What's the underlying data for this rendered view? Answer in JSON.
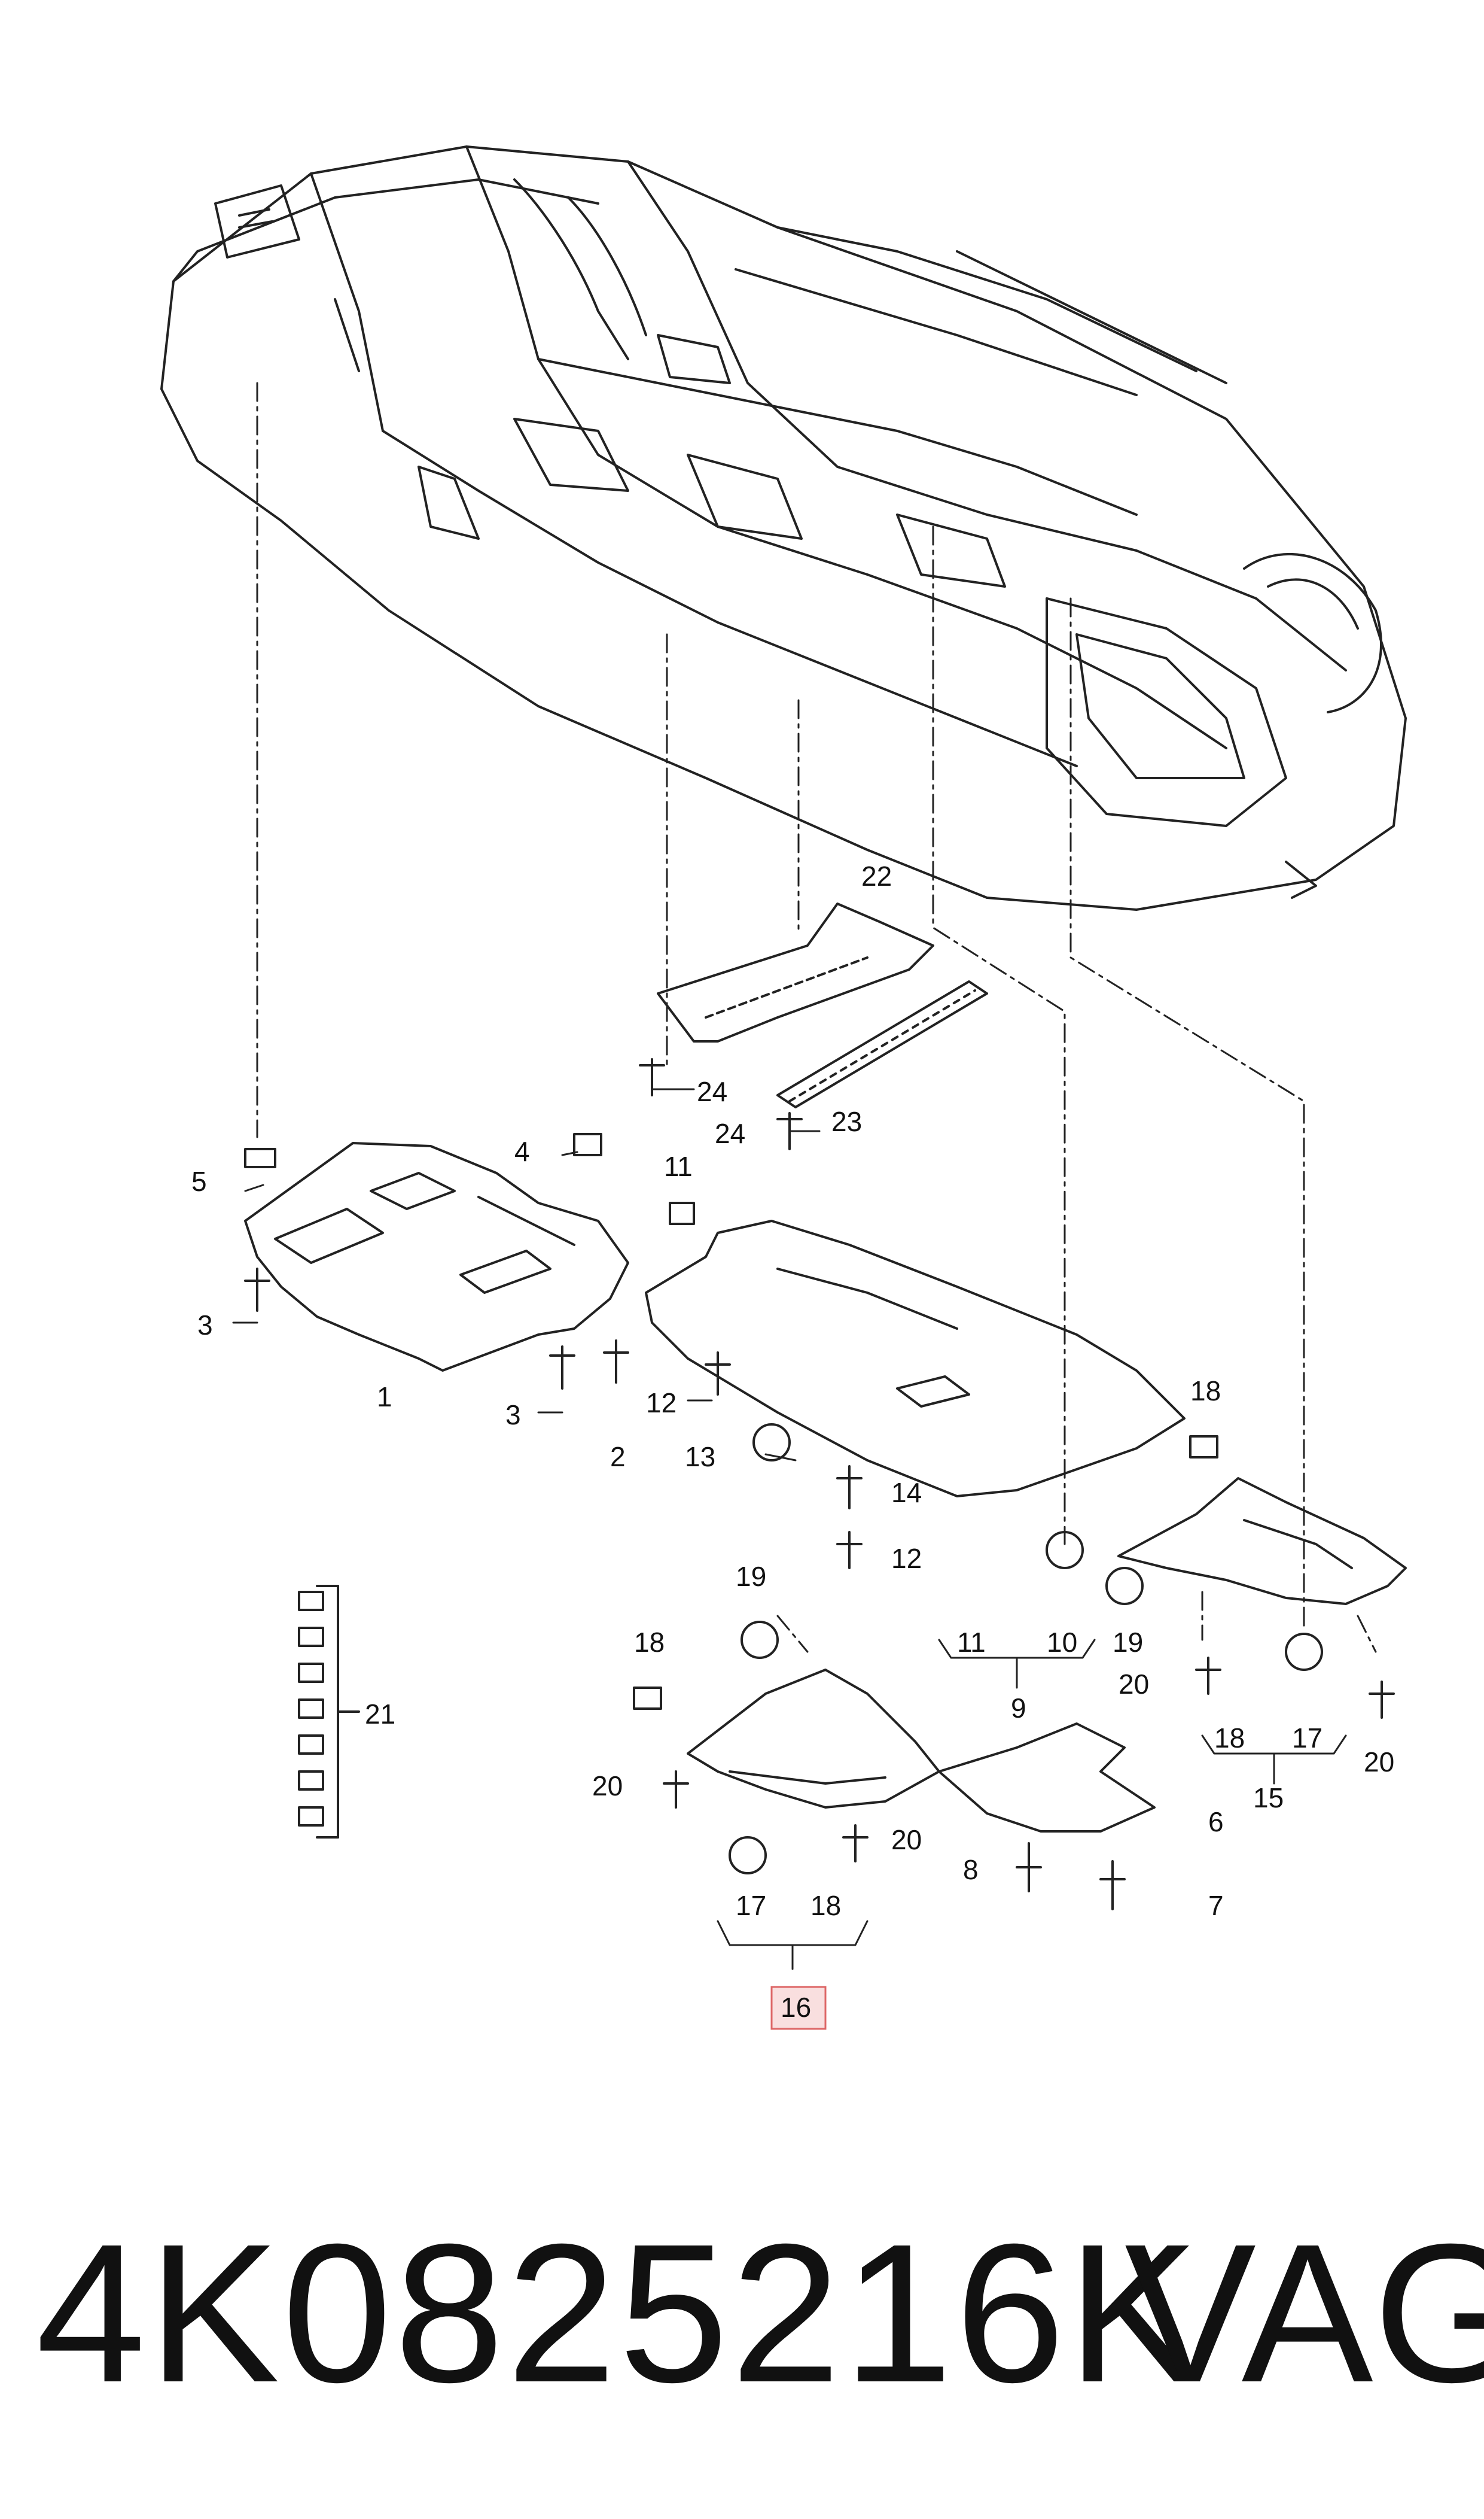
{
  "diagram": {
    "callouts": {
      "c1": "1",
      "c2": "2",
      "c3a": "3",
      "c3b": "3",
      "c4": "4",
      "c5": "5",
      "c6": "6",
      "c7": "7",
      "c8": "8",
      "c9": "9",
      "c10": "10",
      "c11a": "11",
      "c11b": "11",
      "c12a": "12",
      "c12b": "12",
      "c13": "13",
      "c14": "14",
      "c15": "15",
      "c16": "16",
      "c17a": "17",
      "c17b": "17",
      "c18a": "18",
      "c18b": "18",
      "c18c": "18",
      "c18d": "18",
      "c19a": "19",
      "c19b": "19",
      "c20a": "20",
      "c20b": "20",
      "c20c": "20",
      "c20d": "20",
      "c21": "21",
      "c22": "22",
      "c23": "23",
      "c24a": "24",
      "c24b": "24"
    },
    "highlight_color": "#f2b8b8"
  },
  "footer": {
    "part_number": "4K0825216K",
    "brand": "VAG"
  }
}
